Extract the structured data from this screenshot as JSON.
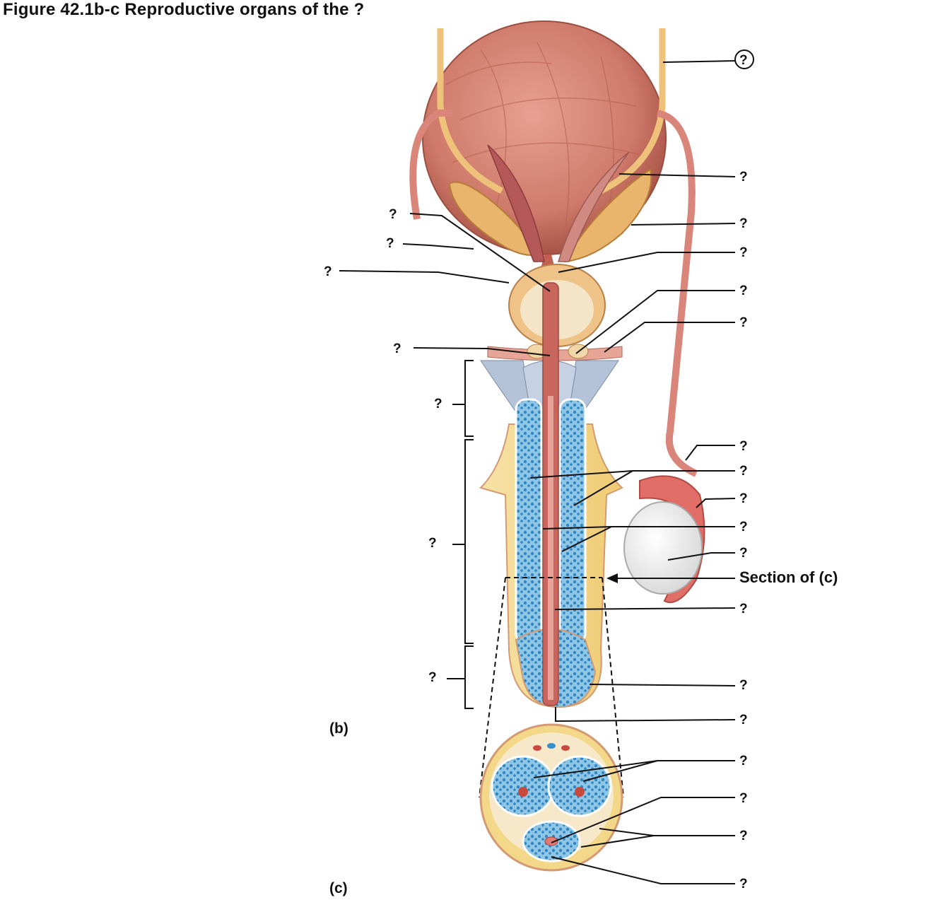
{
  "figure": {
    "title": "Figure 42.1b-c  Reproductive organs of the ?"
  },
  "panels": {
    "b": "(b)",
    "c": "(c)"
  },
  "labels": {
    "right": [
      "?",
      "?",
      "?",
      "?",
      "?",
      "?",
      "?",
      "?",
      "?",
      "?",
      "?",
      "?",
      "?",
      "?",
      "?",
      "?",
      "?",
      "?"
    ],
    "left": [
      "?",
      "?",
      "?",
      "?"
    ],
    "brackets": [
      "?",
      "?",
      "?"
    ],
    "section_label": "Section of (c)"
  },
  "colors": {
    "bladder": "#cf7a6a",
    "urethra": "#c8655c",
    "erectile_tissue": "#5ba6d6",
    "fat": "#f3d88a",
    "gland": "#e9b46c"
  }
}
